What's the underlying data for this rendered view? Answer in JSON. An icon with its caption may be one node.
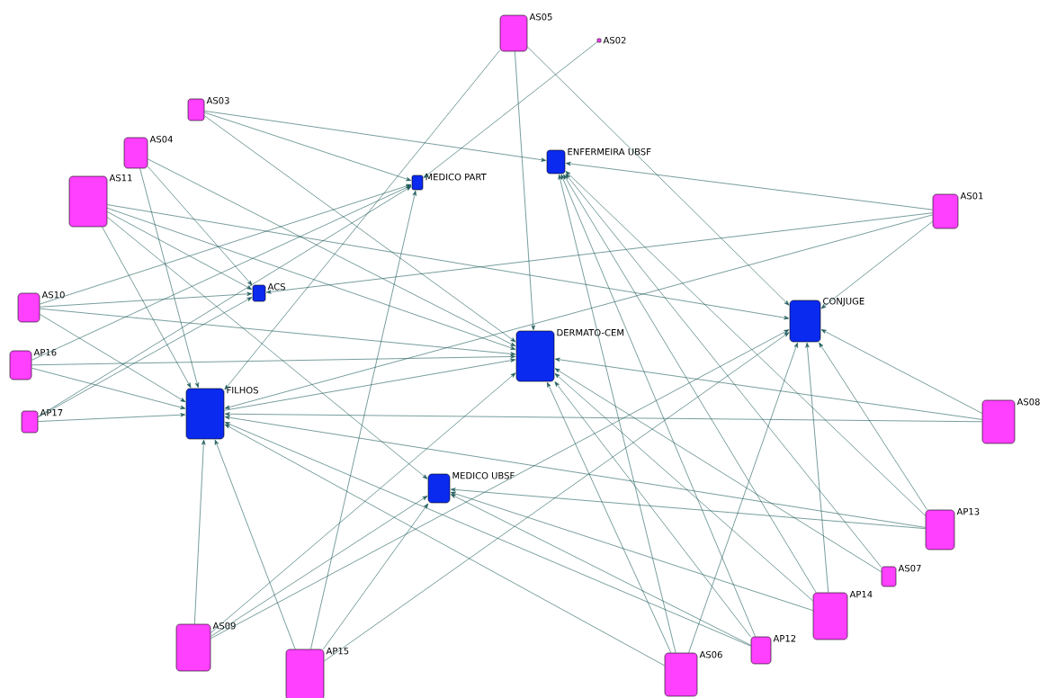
{
  "diagram": {
    "nodes": [
      {
        "text": [
          "AS05"
        ]
      },
      {
        "text": [
          "AS02"
        ]
      },
      {
        "text": [
          "AS03"
        ]
      },
      {
        "text": [
          "AS04"
        ]
      },
      {
        "text": [
          "AS11"
        ]
      },
      {
        "text": [
          "MEDICO PART"
        ]
      },
      {
        "text": [
          "ENFERMEIRA UBSF"
        ]
      },
      {
        "text": [
          "AS01"
        ]
      },
      {
        "text": [
          "AS10"
        ]
      },
      {
        "text": [
          "ACS"
        ]
      },
      {
        "text": [
          "CONJUGE"
        ]
      },
      {
        "text": [
          "DERMATO-CEM"
        ]
      },
      {
        "text": [
          "AP16"
        ]
      },
      {
        "text": [
          "FILHOS"
        ]
      },
      {
        "text": [
          "AP17"
        ]
      },
      {
        "text": [
          "AS08"
        ]
      },
      {
        "text": [
          "MEDICO UBSF"
        ]
      },
      {
        "text": [
          "AP13"
        ]
      },
      {
        "text": [
          "AS07"
        ]
      },
      {
        "text": [
          "AP14"
        ]
      },
      {
        "text": [
          "AP12"
        ]
      },
      {
        "text": [
          "AS06"
        ]
      },
      {
        "text": [
          "AS09"
        ]
      },
      {
        "text": [
          "AP15"
        ]
      }
    ],
    "edges": [
      {
        "from": 0,
        "to": 11,
        "arrow": "to"
      },
      {
        "from": 0,
        "to": 10,
        "arrow": "to"
      },
      {
        "from": 0,
        "to": 13,
        "arrow": "to"
      },
      {
        "from": 1,
        "to": 5,
        "arrow": "to"
      },
      {
        "from": 2,
        "to": 6,
        "arrow": "to"
      },
      {
        "from": 2,
        "to": 5,
        "arrow": "to"
      },
      {
        "from": 2,
        "to": 11,
        "arrow": "to"
      },
      {
        "from": 3,
        "to": 13,
        "arrow": "to"
      },
      {
        "from": 3,
        "to": 9,
        "arrow": "to"
      },
      {
        "from": 3,
        "to": 11,
        "arrow": "to"
      },
      {
        "from": 4,
        "to": 13,
        "arrow": "to"
      },
      {
        "from": 4,
        "to": 9,
        "arrow": "to"
      },
      {
        "from": 4,
        "to": 11,
        "arrow": "to"
      },
      {
        "from": 4,
        "to": 10,
        "arrow": "to"
      },
      {
        "from": 4,
        "to": 16,
        "arrow": "to"
      },
      {
        "from": 7,
        "to": 6,
        "arrow": "to"
      },
      {
        "from": 7,
        "to": 9,
        "arrow": "to"
      },
      {
        "from": 7,
        "to": 13,
        "arrow": "to"
      },
      {
        "from": 7,
        "to": 10,
        "arrow": "to"
      },
      {
        "from": 8,
        "to": 5,
        "arrow": "to"
      },
      {
        "from": 8,
        "to": 9,
        "arrow": "to"
      },
      {
        "from": 8,
        "to": 11,
        "arrow": "to"
      },
      {
        "from": 8,
        "to": 13,
        "arrow": "to"
      },
      {
        "from": 12,
        "to": 5,
        "arrow": "to"
      },
      {
        "from": 12,
        "to": 11,
        "arrow": "to"
      },
      {
        "from": 12,
        "to": 13,
        "arrow": "to"
      },
      {
        "from": 14,
        "to": 5,
        "arrow": "to"
      },
      {
        "from": 14,
        "to": 9,
        "arrow": "to"
      },
      {
        "from": 14,
        "to": 13,
        "arrow": "to"
      },
      {
        "from": 15,
        "to": 11,
        "arrow": "to"
      },
      {
        "from": 15,
        "to": 13,
        "arrow": "to"
      },
      {
        "from": 15,
        "to": 10,
        "arrow": "to"
      },
      {
        "from": 17,
        "to": 6,
        "arrow": "to"
      },
      {
        "from": 17,
        "to": 10,
        "arrow": "to"
      },
      {
        "from": 17,
        "to": 13,
        "arrow": "to"
      },
      {
        "from": 17,
        "to": 16,
        "arrow": "to"
      },
      {
        "from": 18,
        "to": 6,
        "arrow": "to"
      },
      {
        "from": 18,
        "to": 11,
        "arrow": "to"
      },
      {
        "from": 19,
        "to": 6,
        "arrow": "to"
      },
      {
        "from": 19,
        "to": 10,
        "arrow": "to"
      },
      {
        "from": 19,
        "to": 16,
        "arrow": "to"
      },
      {
        "from": 19,
        "to": 11,
        "arrow": "to"
      },
      {
        "from": 20,
        "to": 6,
        "arrow": "to"
      },
      {
        "from": 20,
        "to": 11,
        "arrow": "to"
      },
      {
        "from": 20,
        "to": 16,
        "arrow": "to"
      },
      {
        "from": 20,
        "to": 13,
        "arrow": "to"
      },
      {
        "from": 21,
        "to": 6,
        "arrow": "to"
      },
      {
        "from": 21,
        "to": 11,
        "arrow": "to"
      },
      {
        "from": 21,
        "to": 10,
        "arrow": "to"
      },
      {
        "from": 21,
        "to": 13,
        "arrow": "to"
      },
      {
        "from": 22,
        "to": 13,
        "arrow": "to"
      },
      {
        "from": 22,
        "to": 11,
        "arrow": "to"
      },
      {
        "from": 22,
        "to": 16,
        "arrow": "to"
      },
      {
        "from": 22,
        "to": 10,
        "arrow": "to"
      },
      {
        "from": 23,
        "to": 13,
        "arrow": "to"
      },
      {
        "from": 23,
        "to": 5,
        "arrow": "to"
      },
      {
        "from": 23,
        "to": 16,
        "arrow": "to"
      },
      {
        "from": 23,
        "to": 10,
        "arrow": "to"
      },
      {
        "from": 13,
        "to": 11,
        "arrow": "to"
      }
    ]
  }
}
